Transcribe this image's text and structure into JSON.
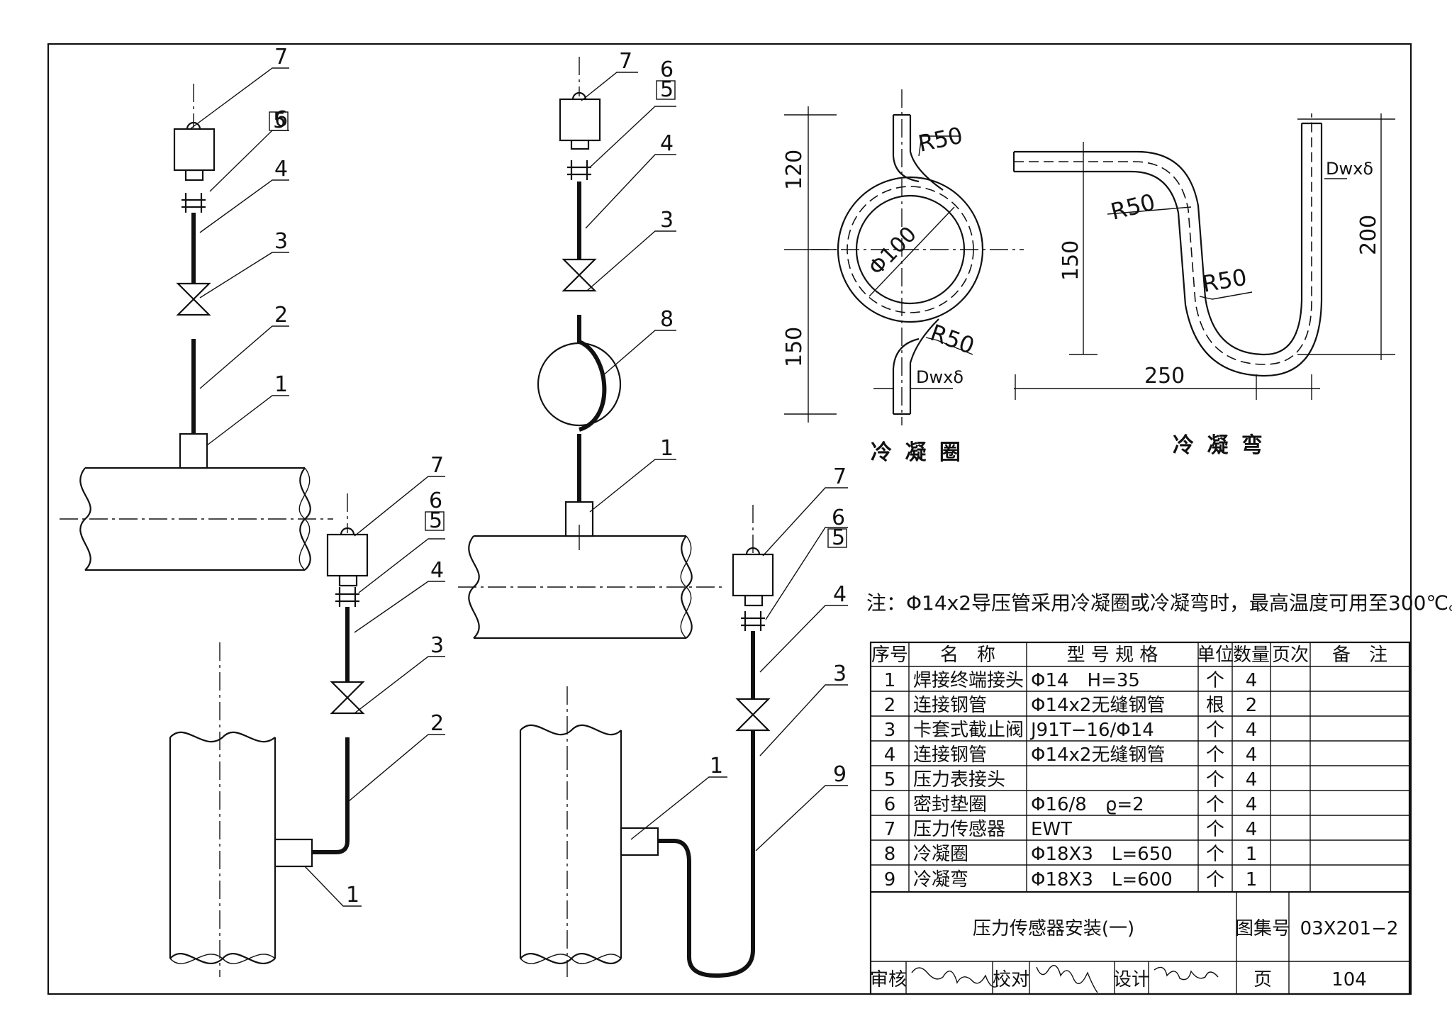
{
  "note": "注：Φ14x2导压管采用冷凝圈或冷凝弯时，最高温度可用至300℃。",
  "detail_coil": {
    "title": "冷 凝 圈",
    "dims": {
      "top": "120",
      "bottom": "150",
      "diameter": "Φ100",
      "radius_top": "R50",
      "radius_bottom": "R50",
      "pipe": "Dwxδ"
    }
  },
  "detail_bend": {
    "title": "冷 凝 弯",
    "dims": {
      "height_left": "150",
      "height_right": "200",
      "width": "250",
      "radius_upper": "R50",
      "radius_lower": "R50",
      "pipe": "Dwxδ"
    }
  },
  "callouts": {
    "v1": [
      "7",
      "6",
      "5",
      "4",
      "3",
      "2",
      "1"
    ],
    "v2": [
      "7",
      "6",
      "5",
      "4",
      "3",
      "8",
      "1"
    ],
    "v3": [
      "7",
      "6",
      "5",
      "4",
      "3",
      "2",
      "1"
    ],
    "v4": [
      "7",
      "6",
      "5",
      "4",
      "3",
      "1",
      "9"
    ]
  },
  "table": {
    "headers": [
      "序号",
      "名　称",
      "型 号 规 格",
      "单位",
      "数量",
      "页次",
      "备　注"
    ],
    "rows": [
      [
        "1",
        "焊接终端接头",
        "Φ14　H=35",
        "个",
        "4",
        "",
        ""
      ],
      [
        "2",
        "连接钢管",
        "Φ14x2无缝钢管",
        "根",
        "2",
        "",
        ""
      ],
      [
        "3",
        "卡套式截止阀",
        "J91T−16/Φ14",
        "个",
        "4",
        "",
        ""
      ],
      [
        "4",
        "连接钢管",
        "Φ14x2无缝钢管",
        "个",
        "4",
        "",
        ""
      ],
      [
        "5",
        "压力表接头",
        "",
        "个",
        "4",
        "",
        ""
      ],
      [
        "6",
        "密封垫圈",
        "Φ16/8　ϱ=2",
        "个",
        "4",
        "",
        ""
      ],
      [
        "7",
        "压力传感器",
        "EWT",
        "个",
        "4",
        "",
        ""
      ],
      [
        "8",
        "冷凝圈",
        "Φ18X3　L=650",
        "个",
        "1",
        "",
        ""
      ],
      [
        "9",
        "冷凝弯",
        "Φ18X3　L=600",
        "个",
        "1",
        "",
        ""
      ]
    ]
  },
  "title_block": {
    "title": "压力传感器安装(一)",
    "atlas_label": "图集号",
    "atlas_no": "03X201−2",
    "page_label": "页",
    "page_no": "104",
    "review_label": "审核",
    "check_label": "校对",
    "design_label": "设计"
  }
}
